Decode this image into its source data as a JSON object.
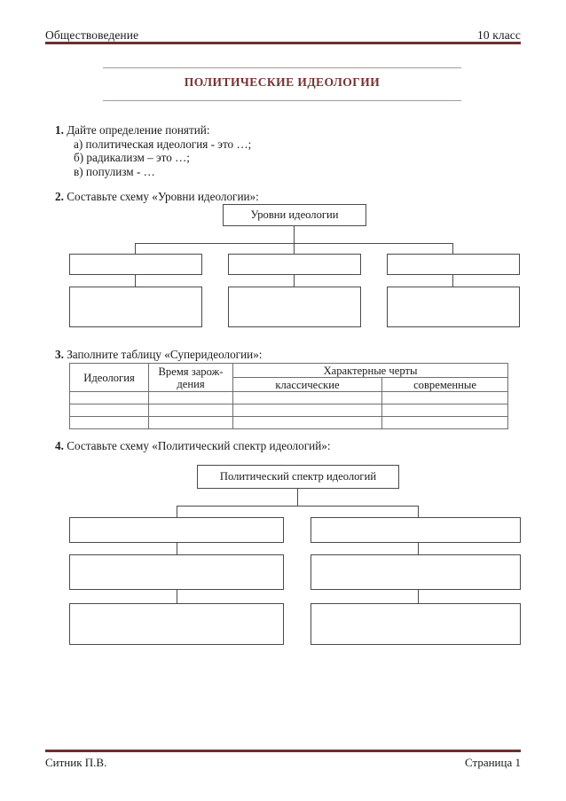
{
  "header": {
    "subject": "Обществоведение",
    "grade": "10 класс"
  },
  "title": "ПОЛИТИЧЕСКИЕ ИДЕОЛОГИИ",
  "questions": [
    {
      "number": "1.",
      "prompt": "Дайте определение понятий:",
      "items": [
        "а) политическая идеология - это …;",
        "б) радикализм – это …;",
        "в) популизм - …"
      ]
    },
    {
      "number": "2.",
      "prompt": "Составьте схему «Уровни идеологии»:"
    },
    {
      "number": "3.",
      "prompt": "Заполните таблицу «Суперидеологии»:"
    },
    {
      "number": "4.",
      "prompt": "Составьте схему «Политический спектр идеологий»:"
    }
  ],
  "schema_levels": {
    "root": "Уровни идеологии",
    "columns": [
      {
        "upper": "",
        "lower": ""
      },
      {
        "upper": "",
        "lower": ""
      },
      {
        "upper": "",
        "lower": ""
      }
    ]
  },
  "table_superideologies": {
    "headers": {
      "col1": "Идеология",
      "col2": "Время зарож-\nдения",
      "col2_line1": "Время зарож-",
      "col2_line2": "дения",
      "col3_group": "Характерные черты",
      "col3_sub1": "классические",
      "col3_sub2": "современные"
    },
    "rows": [
      [
        "",
        "",
        "",
        ""
      ],
      [
        "",
        "",
        "",
        ""
      ],
      [
        "",
        "",
        "",
        ""
      ]
    ]
  },
  "schema_spectrum": {
    "root": "Политический спектр идеологий",
    "columns": [
      {
        "b1": "",
        "b2": "",
        "b3": ""
      },
      {
        "b1": "",
        "b2": "",
        "b3": ""
      }
    ]
  },
  "footer": {
    "author": "Ситник П.В.",
    "page": "Страница 1"
  },
  "colors": {
    "rule": "#6d2f2f",
    "title": "#73312f",
    "box_border": "#4a4a4a",
    "table_border": "#6f6f6f"
  }
}
